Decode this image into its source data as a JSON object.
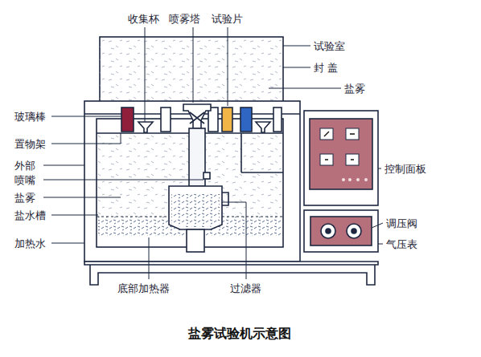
{
  "diagram": {
    "caption": "盐雾试验机示意图",
    "labels": [
      "收集杯",
      "喷雾塔",
      "试验片",
      "试验室",
      "封 盖",
      "盐雾",
      "玻璃棒",
      "置物架",
      "外部",
      "喷嘴",
      "盐雾",
      "盐水槽",
      "加热水",
      "控制面板",
      "调压阀",
      "气压表",
      "底部加热器",
      "过滤器"
    ]
  }
}
